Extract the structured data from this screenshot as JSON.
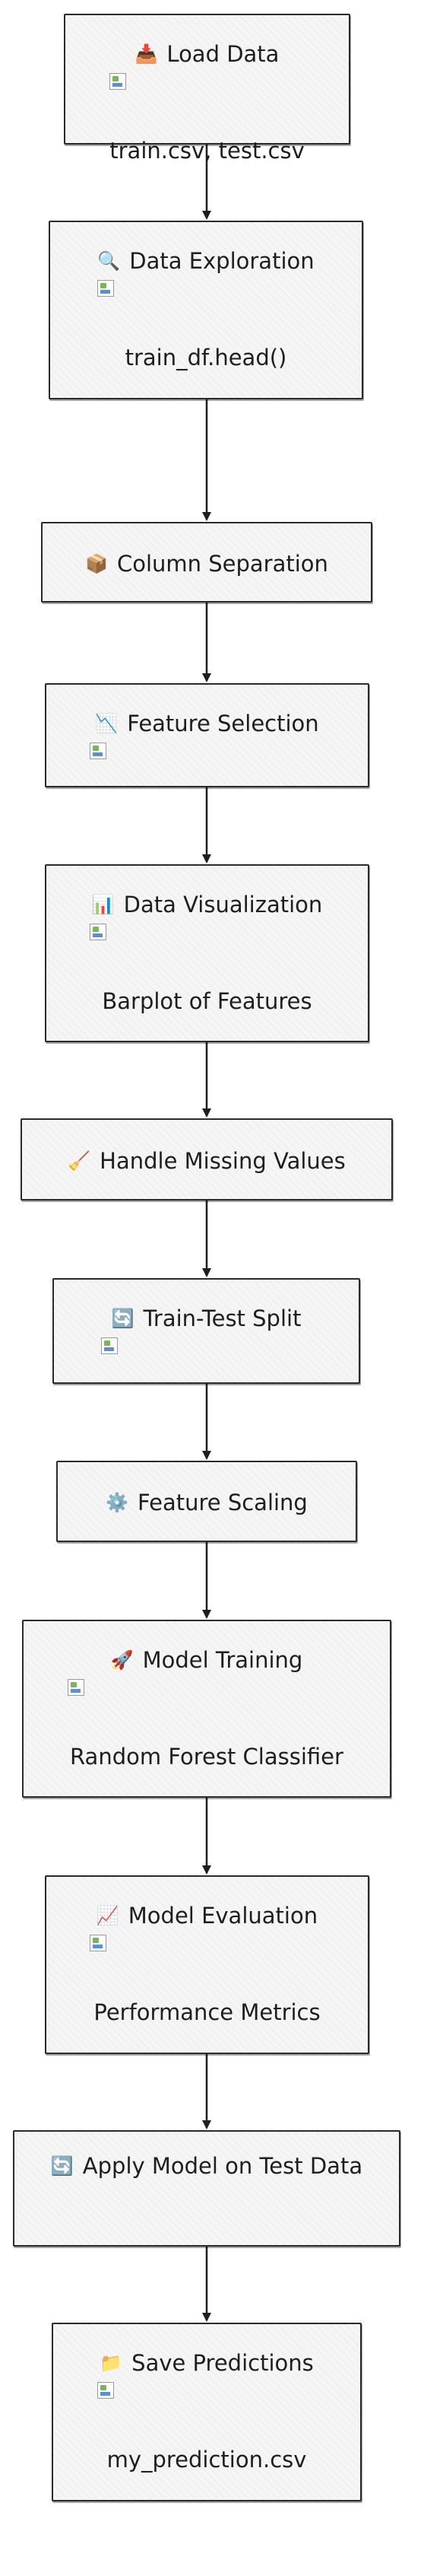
{
  "nodes": {
    "load_data": {
      "icon": "📥",
      "icon_name": "inbox-tray-icon",
      "title": "Load Data",
      "subtitle": "train.csv, test.csv"
    },
    "data_exploration": {
      "icon": "🔍",
      "icon_name": "magnifying-glass-icon",
      "title": "Data Exploration",
      "subtitle": "train_df.head()"
    },
    "column_separation": {
      "icon": "📦",
      "icon_name": "package-icon",
      "title": "Column Separation"
    },
    "feature_selection": {
      "icon": "📉",
      "icon_name": "chart-decreasing-icon",
      "title": "Feature Selection"
    },
    "data_visualization": {
      "icon": "📊",
      "icon_name": "bar-chart-icon",
      "title": "Data Visualization",
      "subtitle": "Barplot of Features"
    },
    "handle_missing": {
      "icon": "🧹",
      "icon_name": "broom-icon",
      "title": "Handle Missing Values"
    },
    "train_test_split": {
      "icon": "🔄",
      "icon_name": "cycle-arrows-icon",
      "title": "Train-Test Split"
    },
    "feature_scaling": {
      "icon": "⚙️",
      "icon_name": "gear-icon",
      "title": "Feature Scaling"
    },
    "model_training": {
      "icon": "🚀",
      "icon_name": "rocket-icon",
      "title": "Model Training",
      "subtitle": "Random Forest Classifier"
    },
    "model_evaluation": {
      "icon": "📈",
      "icon_name": "chart-increasing-icon",
      "title": "Model Evaluation",
      "subtitle": "Performance Metrics"
    },
    "apply_model": {
      "icon": "🔄",
      "icon_name": "refresh-icon",
      "title": "Apply Model on Test Data"
    },
    "save_predictions": {
      "icon": "📁",
      "icon_name": "folder-icon",
      "title": "Save Predictions",
      "subtitle": "my_prediction.csv"
    }
  },
  "colors": {
    "border": "#2a2a2a",
    "node_fill": "#f5f5f5",
    "arrow": "#1e1e1e"
  }
}
